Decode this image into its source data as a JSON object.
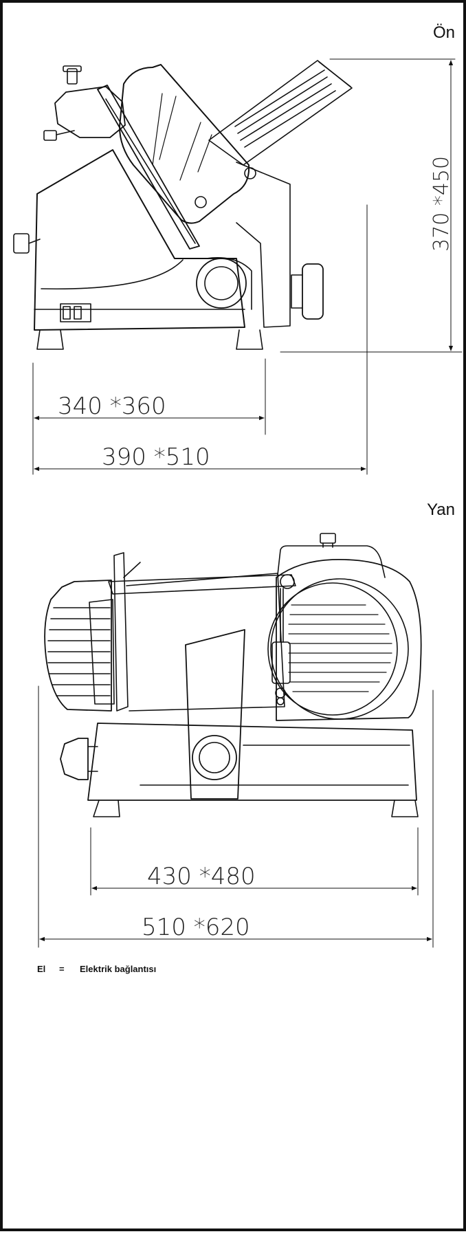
{
  "views": {
    "front": {
      "label": "Ön"
    },
    "side": {
      "label": "Yan"
    }
  },
  "dimensions": {
    "front_height": "370   *450",
    "front_depth_feet": "340  *360",
    "front_depth_total": "390  *510",
    "side_width_feet": "430   *480",
    "side_width_total": "510  *620"
  },
  "legend": {
    "code": "El",
    "equals": "=",
    "description": "Elektrik bağlantısı"
  },
  "colors": {
    "line": "#111111",
    "background": "#ffffff"
  }
}
